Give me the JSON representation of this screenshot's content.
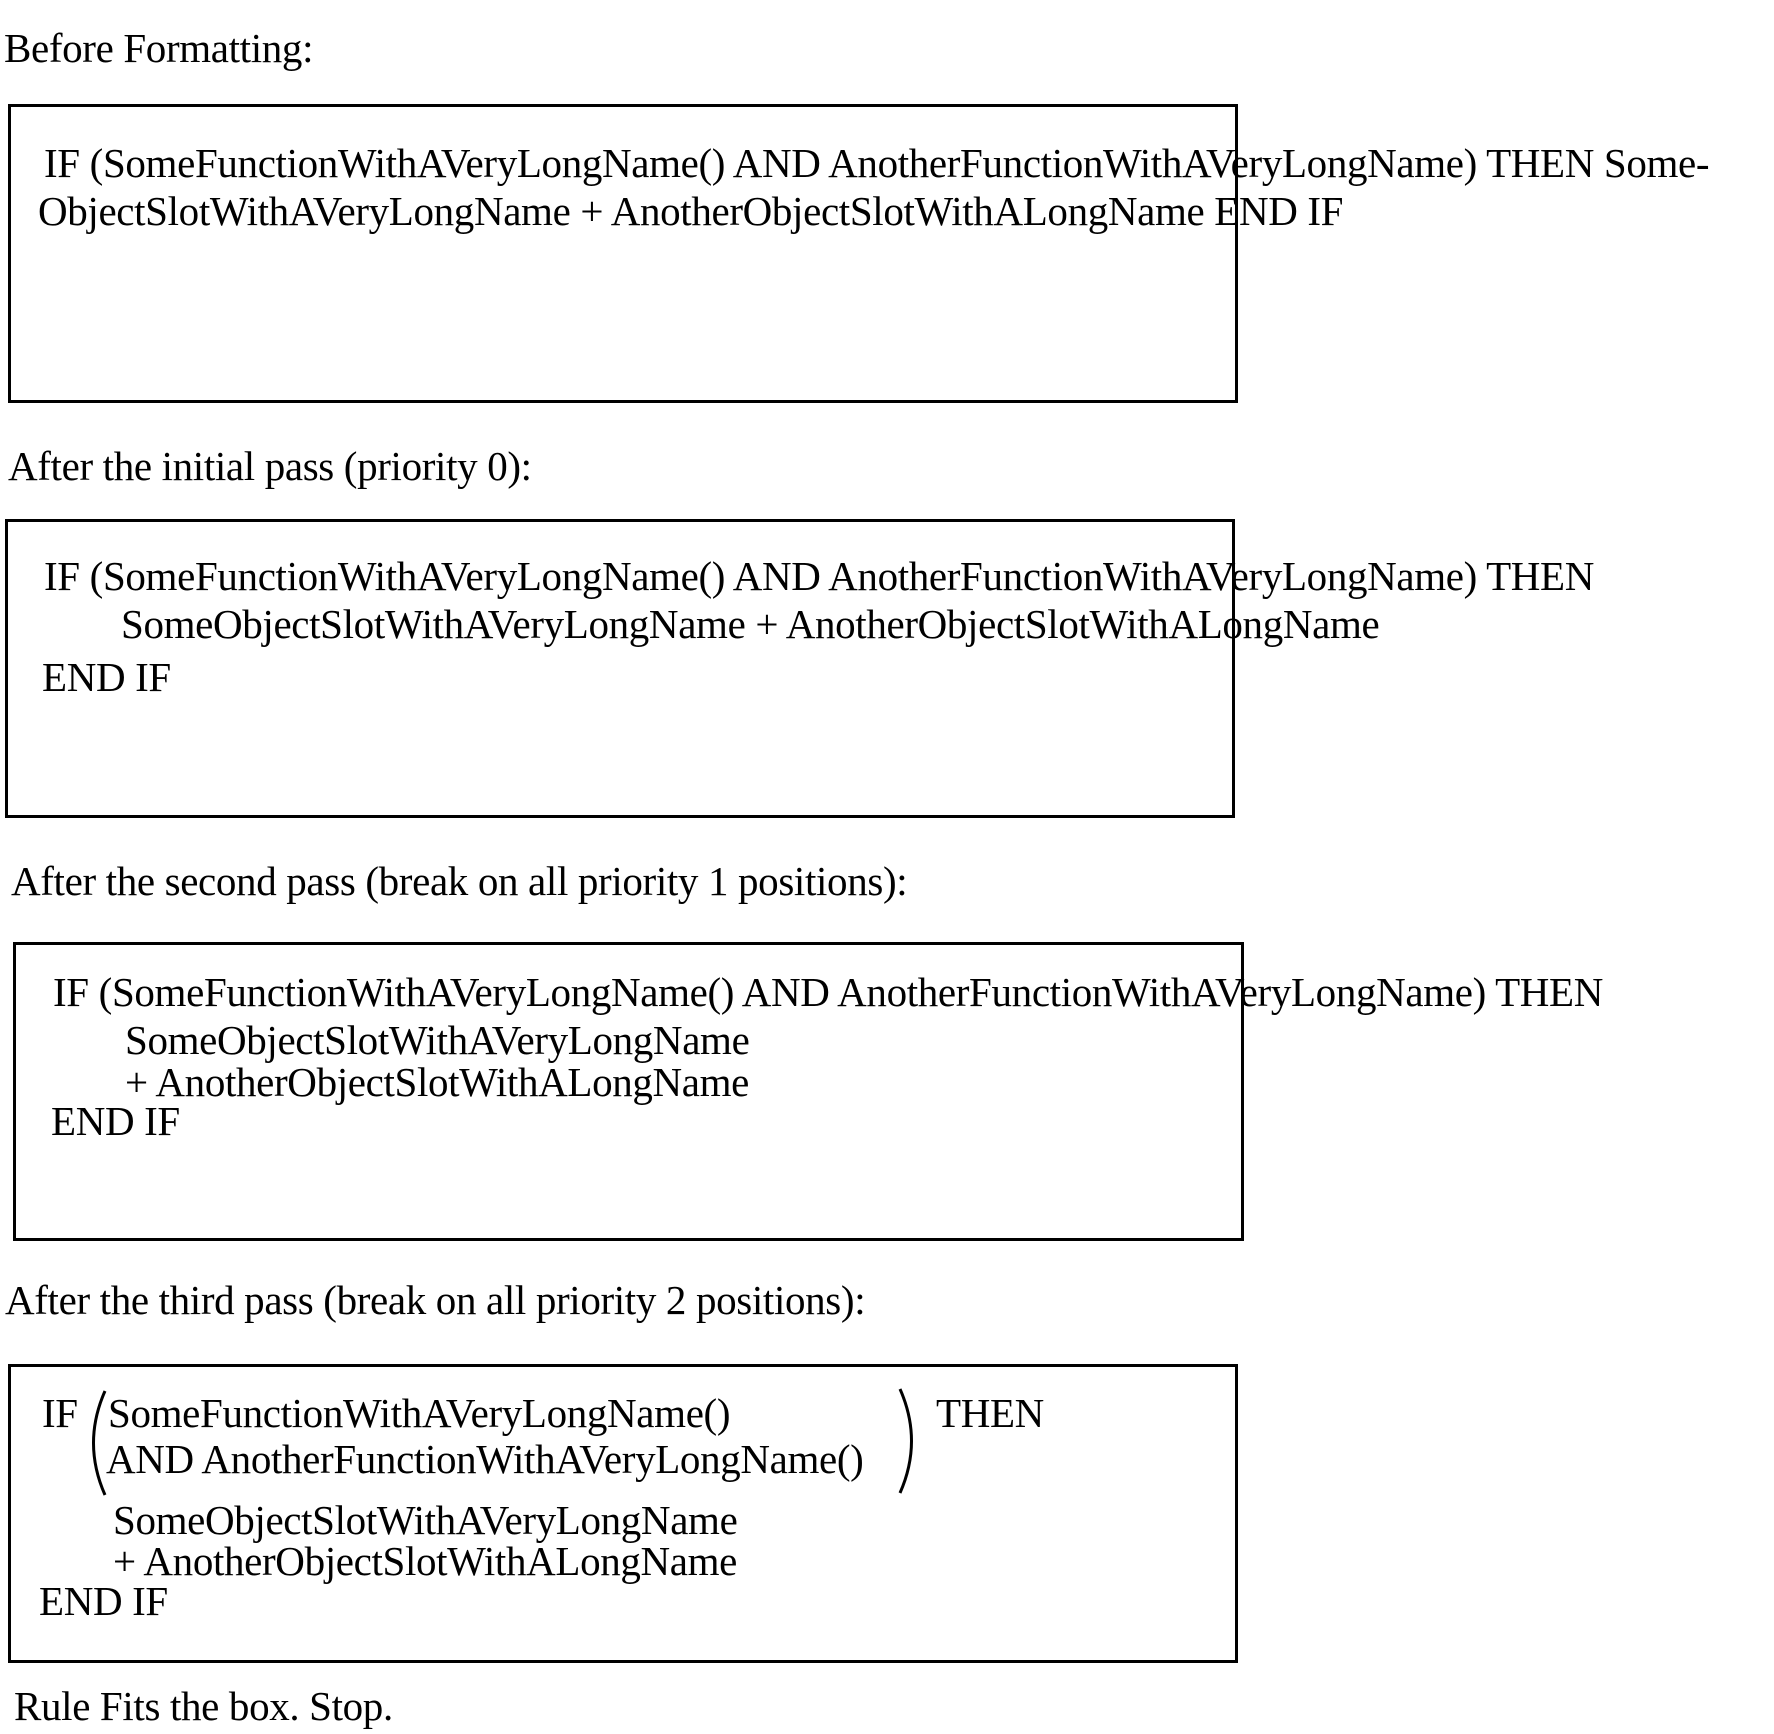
{
  "captions": {
    "before": "Before Formatting:",
    "pass0": "After the initial pass (priority 0):",
    "pass1": "After the second pass (break on all priority 1 positions):",
    "pass2": "After the third pass (break on all priority 2 positions):",
    "result": "Rule Fits the box. Stop."
  },
  "before_formatting": {
    "line1": "IF (SomeFunctionWithAVeryLongName() AND AnotherFunctionWithAVeryLongName) THEN Some-",
    "line2": "ObjectSlotWithAVeryLongName + AnotherObjectSlotWithALongName END IF"
  },
  "pass_priority_0": {
    "line1": "IF (SomeFunctionWithAVeryLongName() AND AnotherFunctionWithAVeryLongName) THEN",
    "line2": "SomeObjectSlotWithAVeryLongName + AnotherObjectSlotWithALongName",
    "line3": "END IF"
  },
  "pass_priority_1": {
    "line1": "IF (SomeFunctionWithAVeryLongName() AND AnotherFunctionWithAVeryLongName) THEN",
    "line2": "SomeObjectSlotWithAVeryLongName",
    "line3": "+ AnotherObjectSlotWithALongName",
    "line4": "END IF"
  },
  "pass_priority_2": {
    "if_keyword": "IF",
    "cond_line1": "SomeFunctionWithAVeryLongName()",
    "cond_line2": "AND AnotherFunctionWithAVeryLongName()",
    "then_keyword": "THEN",
    "line3": "SomeObjectSlotWithAVeryLongName",
    "line4": "+ AnotherObjectSlotWithALongName",
    "line5": "END IF"
  }
}
